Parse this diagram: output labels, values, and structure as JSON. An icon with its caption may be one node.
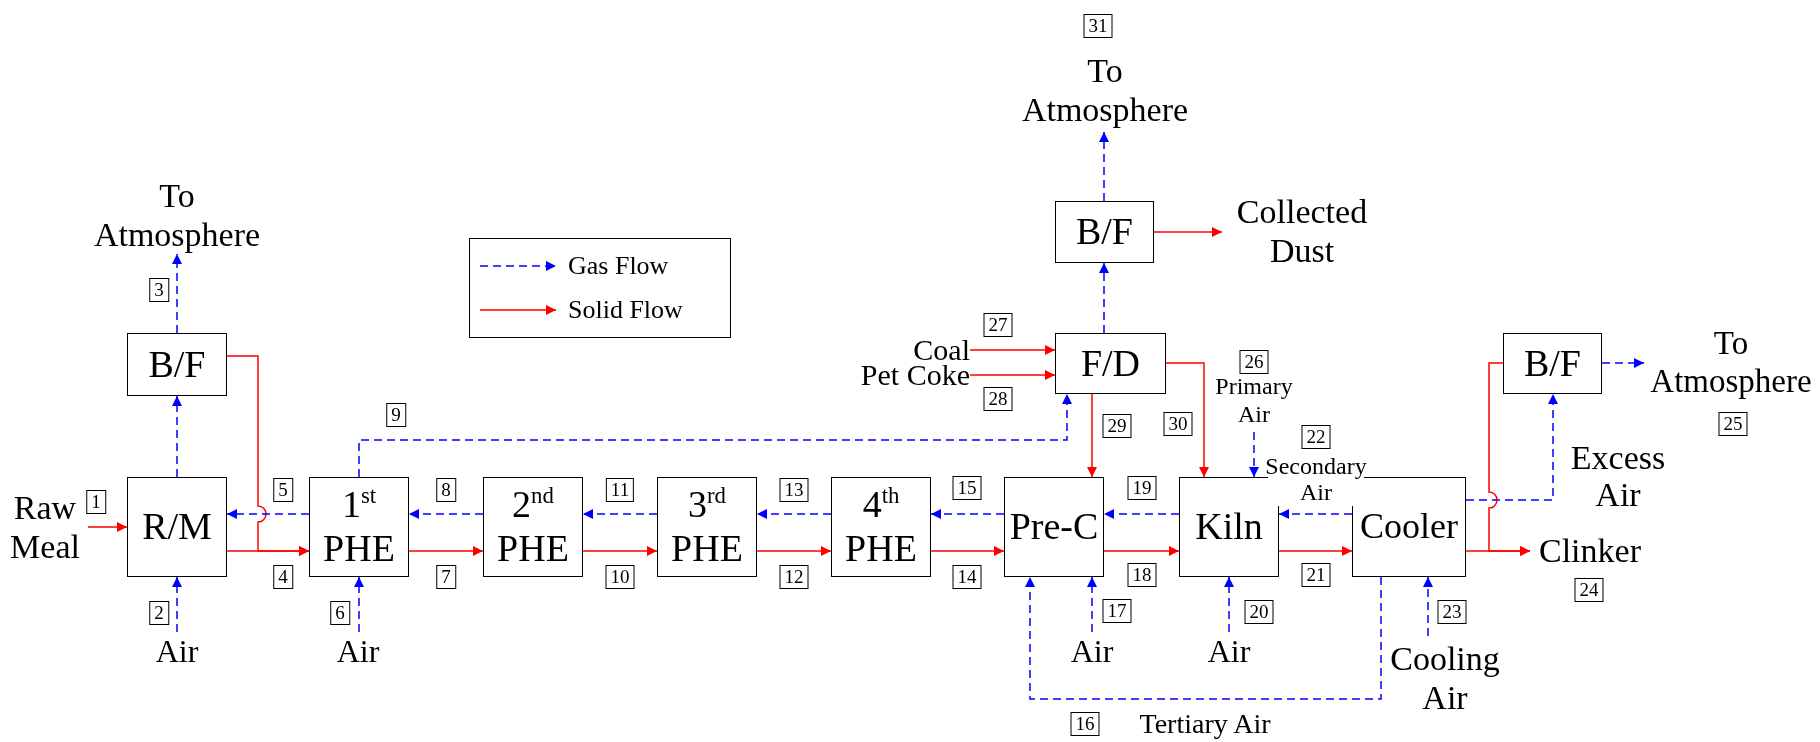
{
  "diagram": {
    "nodes": [
      {
        "text": [
          "To Atmosphere"
        ]
      },
      {
        "text": [
          "B/F"
        ]
      },
      {
        "text": [
          "Raw Meal"
        ]
      },
      {
        "text": [
          "R/M"
        ]
      },
      {
        "text": [
          "1$^{st}$ PHE"
        ]
      },
      {
        "text": [
          "2$^{nd}$ PHE"
        ]
      },
      {
        "text": [
          "3$^{rd}$ PHE"
        ]
      },
      {
        "text": [
          "4$^{th}$ PHE"
        ]
      },
      {
        "text": [
          "Pre-C"
        ]
      },
      {
        "text": [
          "Kiln"
        ]
      },
      {
        "text": [
          "Cooler"
        ]
      },
      {
        "text": [
          "Air"
        ]
      },
      {
        "text": [
          "Air"
        ]
      },
      {
        "text": [
          "To Atmosphere"
        ]
      },
      {
        "text": [
          "B/F"
        ]
      },
      {
        "text": [
          "Collected Dust"
        ]
      },
      {
        "text": [
          "Coal"
        ]
      },
      {
        "text": [
          "Pet Coke"
        ]
      },
      {
        "text": [
          "F/D"
        ]
      },
      {
        "text": [
          "Primary Air"
        ]
      },
      {
        "text": [
          "B/F"
        ]
      },
      {
        "text": [
          "To Atmosphere"
        ]
      },
      {
        "text": [
          "Air"
        ]
      },
      {
        "text": [
          "Air"
        ]
      },
      {
        "text": [
          "Cooling Air"
        ]
      },
      {
        "text": [
          "Clinker"
        ]
      }
    ],
    "edges": [
      {
        "from": 3,
        "to": 1,
        "arrow": "to",
        "style": "dashed"
      },
      {
        "from": 1,
        "to": 0,
        "arrow": "to",
        "style": "dashed"
      },
      {
        "from": 1,
        "to": 4,
        "arrow": "to",
        "color": "#ff0000"
      },
      {
        "from": 2,
        "to": 3,
        "arrow": "to",
        "color": "#ff0000"
      },
      {
        "from": 11,
        "to": 3,
        "arrow": "to",
        "style": "dashed"
      },
      {
        "from": 3,
        "to": 4,
        "arrow": "to",
        "color": "#ff0000"
      },
      {
        "from": 4,
        "to": 3,
        "arrow": "to",
        "style": "dashed"
      },
      {
        "from": 12,
        "to": 4,
        "arrow": "to",
        "style": "dashed"
      },
      {
        "from": 4,
        "to": 18,
        "arrow": "to",
        "style": "dashed"
      },
      {
        "from": 4,
        "to": 5,
        "arrow": "to",
        "color": "#ff0000"
      },
      {
        "from": 5,
        "to": 4,
        "arrow": "to",
        "style": "dashed"
      },
      {
        "from": 5,
        "to": 6,
        "arrow": "to",
        "color": "#ff0000"
      },
      {
        "from": 6,
        "to": 5,
        "arrow": "to",
        "style": "dashed"
      },
      {
        "from": 6,
        "to": 7,
        "arrow": "to",
        "color": "#ff0000"
      },
      {
        "from": 7,
        "to": 6,
        "arrow": "to",
        "style": "dashed"
      },
      {
        "from": 7,
        "to": 8,
        "arrow": "to",
        "color": "#ff0000"
      },
      {
        "from": 8,
        "to": 7,
        "arrow": "to",
        "style": "dashed"
      },
      {
        "from": 8,
        "to": 9,
        "arrow": "to",
        "color": "#ff0000"
      },
      {
        "from": 9,
        "to": 8,
        "arrow": "to",
        "style": "dashed"
      },
      {
        "from": 9,
        "to": 10,
        "arrow": "to",
        "color": "#ff0000"
      },
      {
        "from": 10,
        "to": 9,
        "arrow": "to",
        "style": "dashed",
        "label": "Secondary Air"
      },
      {
        "from": 10,
        "to": 8,
        "arrow": "to",
        "style": "dashed",
        "label": "Tertiary Air"
      },
      {
        "from": 22,
        "to": 8,
        "arrow": "to",
        "style": "dashed"
      },
      {
        "from": 23,
        "to": 9,
        "arrow": "to",
        "style": "dashed"
      },
      {
        "from": 24,
        "to": 10,
        "arrow": "to",
        "style": "dashed"
      },
      {
        "from": 10,
        "to": 25,
        "arrow": "to",
        "color": "#ff0000"
      },
      {
        "from": 10,
        "to": 20,
        "arrow": "to",
        "style": "dashed",
        "label": "Excess Air"
      },
      {
        "from": 20,
        "to": 25,
        "arrow": "to",
        "color": "#ff0000"
      },
      {
        "from": 20,
        "to": 21,
        "arrow": "to",
        "style": "dashed"
      },
      {
        "from": 16,
        "to": 18,
        "arrow": "to",
        "color": "#ff0000"
      },
      {
        "from": 17,
        "to": 18,
        "arrow": "to",
        "color": "#ff0000"
      },
      {
        "from": 18,
        "to": 8,
        "arrow": "to",
        "color": "#ff0000"
      },
      {
        "from": 18,
        "to": 9,
        "arrow": "to",
        "color": "#ff0000"
      },
      {
        "from": 19,
        "to": 9,
        "arrow": "to",
        "style": "dashed"
      },
      {
        "from": 18,
        "to": 14,
        "arrow": "to",
        "style": "dashed"
      },
      {
        "from": 14,
        "to": 13,
        "arrow": "to",
        "style": "dashed"
      },
      {
        "from": 14,
        "to": 15,
        "arrow": "to",
        "color": "#ff0000"
      }
    ],
    "labels": [
      "1",
      "2",
      "3",
      "4",
      "5",
      "6",
      "7",
      "8",
      "9",
      "10",
      "11",
      "12",
      "13",
      "14",
      "15",
      "16",
      "17",
      "18",
      "19",
      "20",
      "21",
      "22",
      "23",
      "24",
      "25",
      "26",
      "27",
      "28",
      "29",
      "30",
      "31"
    ],
    "legend": [
      {
        "text": "Gas Flow"
      },
      {
        "text": "Solid Flow"
      }
    ]
  }
}
